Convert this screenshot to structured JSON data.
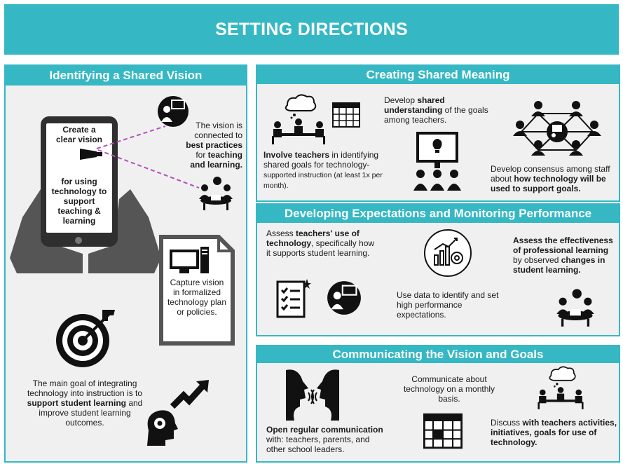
{
  "title": "SETTING DIRECTIONS",
  "colors": {
    "accent": "#35b8c3",
    "panel": "#f0f0f0",
    "dark": "#2b2b2b",
    "link": "#b44fbf"
  },
  "vision": {
    "heading": "Identifying a Shared Vision",
    "tablet_top": "Create a clear vision",
    "tablet_bottom": "for using technology to support teaching & learning",
    "bp_pre": "The vision is connected to ",
    "bp_bold1": "best practices",
    "bp_mid": " for ",
    "bp_bold2": "teaching and learning.",
    "capture": "Capture vision in formalized technology plan or policies.",
    "goal_pre": "The main goal of integrating technology into instruction is to ",
    "goal_bold": "support student learning",
    "goal_post": " and improve student learning outcomes.",
    "icons": [
      "presenter-icon",
      "tablet-icon",
      "hands-icon",
      "telescope-icon",
      "team-meeting-icon",
      "computer-document-icon",
      "target-icon",
      "growth-head-icon"
    ]
  },
  "meaning": {
    "heading": "Creating Shared Meaning",
    "s1_pre": "Develop ",
    "s1_bold": "shared understanding",
    "s1_post": " of the goals among teachers.",
    "s2_bold": "Involve teachers",
    "s2_post": " in identifying shared goals for technology-",
    "s2_small": "supported instruction (at least 1x per month).",
    "s3_pre": "Develop consensus among staff about ",
    "s3_bold": "how technology will be used to support goals.",
    "icons": [
      "thinking-group-icon",
      "calendar-icon",
      "idea-presentation-icon",
      "network-icon"
    ]
  },
  "expect": {
    "heading": "Developing Expectations and Monitoring Performance",
    "a1_pre": "Assess ",
    "a1_bold": "teachers' use of technology",
    "a1_post": ", specifically how it supports student learning.",
    "a2": "Use data to identify and set high performance expectations.",
    "a3_bold1": "Assess the effectiveness of professional learning",
    "a3_mid": " by observed ",
    "a3_bold2": "changes in student learning.",
    "icons": [
      "checklist-icon",
      "presenter-icon",
      "analytics-icon",
      "team-meeting-icon"
    ]
  },
  "comm": {
    "heading": "Communicating the Vision and Goals",
    "c1_bold": "Open regular communication",
    "c1_post": " with: teachers, parents, and other school leaders.",
    "c2": "Communicate about technology on a monthly basis.",
    "c3_pre": "Discuss ",
    "c3_bold": "with teachers activities, initiatives, goals for use of technology.",
    "icons": [
      "two-heads-talking-icon",
      "calendar-icon",
      "thinking-group-icon"
    ]
  }
}
